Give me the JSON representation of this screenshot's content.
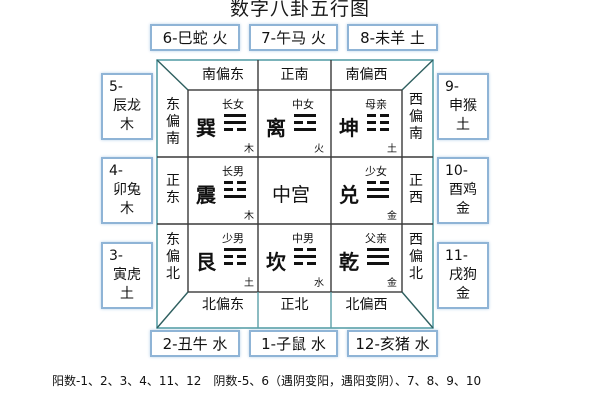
{
  "title": "数字八卦五行图",
  "zodiac_boxes": {
    "top": [
      {
        "label": "6-巳蛇 火"
      },
      {
        "label": "7-午马 火"
      },
      {
        "label": "8-未羊 土"
      }
    ],
    "left": [
      {
        "num": "5-",
        "animal": "辰龙",
        "element": "木"
      },
      {
        "num": "4-",
        "animal": "卯兔",
        "element": "木"
      },
      {
        "num": "3-",
        "animal": "寅虎",
        "element": "土"
      }
    ],
    "right": [
      {
        "num": "9-",
        "animal": "申猴",
        "element": "土"
      },
      {
        "num": "10-",
        "animal": "酉鸡",
        "element": "金"
      },
      {
        "num": "11-",
        "animal": "戌狗",
        "element": "金"
      }
    ],
    "bottom": [
      {
        "label": "2-丑牛 水"
      },
      {
        "label": "1-子鼠 水"
      },
      {
        "label": "12-亥猪 水"
      }
    ]
  },
  "directions": {
    "top": [
      "南偏东",
      "正南",
      "南偏西"
    ],
    "bottom": [
      "北偏东",
      "正北",
      "北偏西"
    ],
    "left": [
      "东偏南",
      "正东",
      "东偏北"
    ],
    "right": [
      "西偏南",
      "正西",
      "西偏北"
    ]
  },
  "grid": {
    "center": "中宫",
    "cells": [
      {
        "pos": "top-left",
        "name": "巽",
        "family": "长女",
        "element": "木",
        "trigram": [
          1,
          1,
          0
        ]
      },
      {
        "pos": "top-center",
        "name": "离",
        "family": "中女",
        "element": "火",
        "trigram": [
          1,
          0,
          1
        ]
      },
      {
        "pos": "top-right",
        "name": "坤",
        "family": "母亲",
        "element": "土",
        "trigram": [
          0,
          0,
          0
        ]
      },
      {
        "pos": "middle-left",
        "name": "震",
        "family": "长男",
        "element": "木",
        "trigram": [
          0,
          0,
          1
        ]
      },
      {
        "pos": "middle-right",
        "name": "兑",
        "family": "少女",
        "element": "金",
        "trigram": [
          0,
          1,
          1
        ]
      },
      {
        "pos": "bottom-left",
        "name": "艮",
        "family": "少男",
        "element": "土",
        "trigram": [
          1,
          0,
          0
        ]
      },
      {
        "pos": "bottom-center",
        "name": "坎",
        "family": "中男",
        "element": "水",
        "trigram": [
          0,
          1,
          0
        ]
      },
      {
        "pos": "bottom-right",
        "name": "乾",
        "family": "父亲",
        "element": "金",
        "trigram": [
          1,
          1,
          1
        ]
      }
    ]
  },
  "footer": "阳数-1、2、3、4、11、12　阴数-5、6（遇阴变阳，遇阳变阴）、7、8、9、10",
  "colors": {
    "frame": "#2e6b6b",
    "box_border": "#8fb4d6"
  }
}
